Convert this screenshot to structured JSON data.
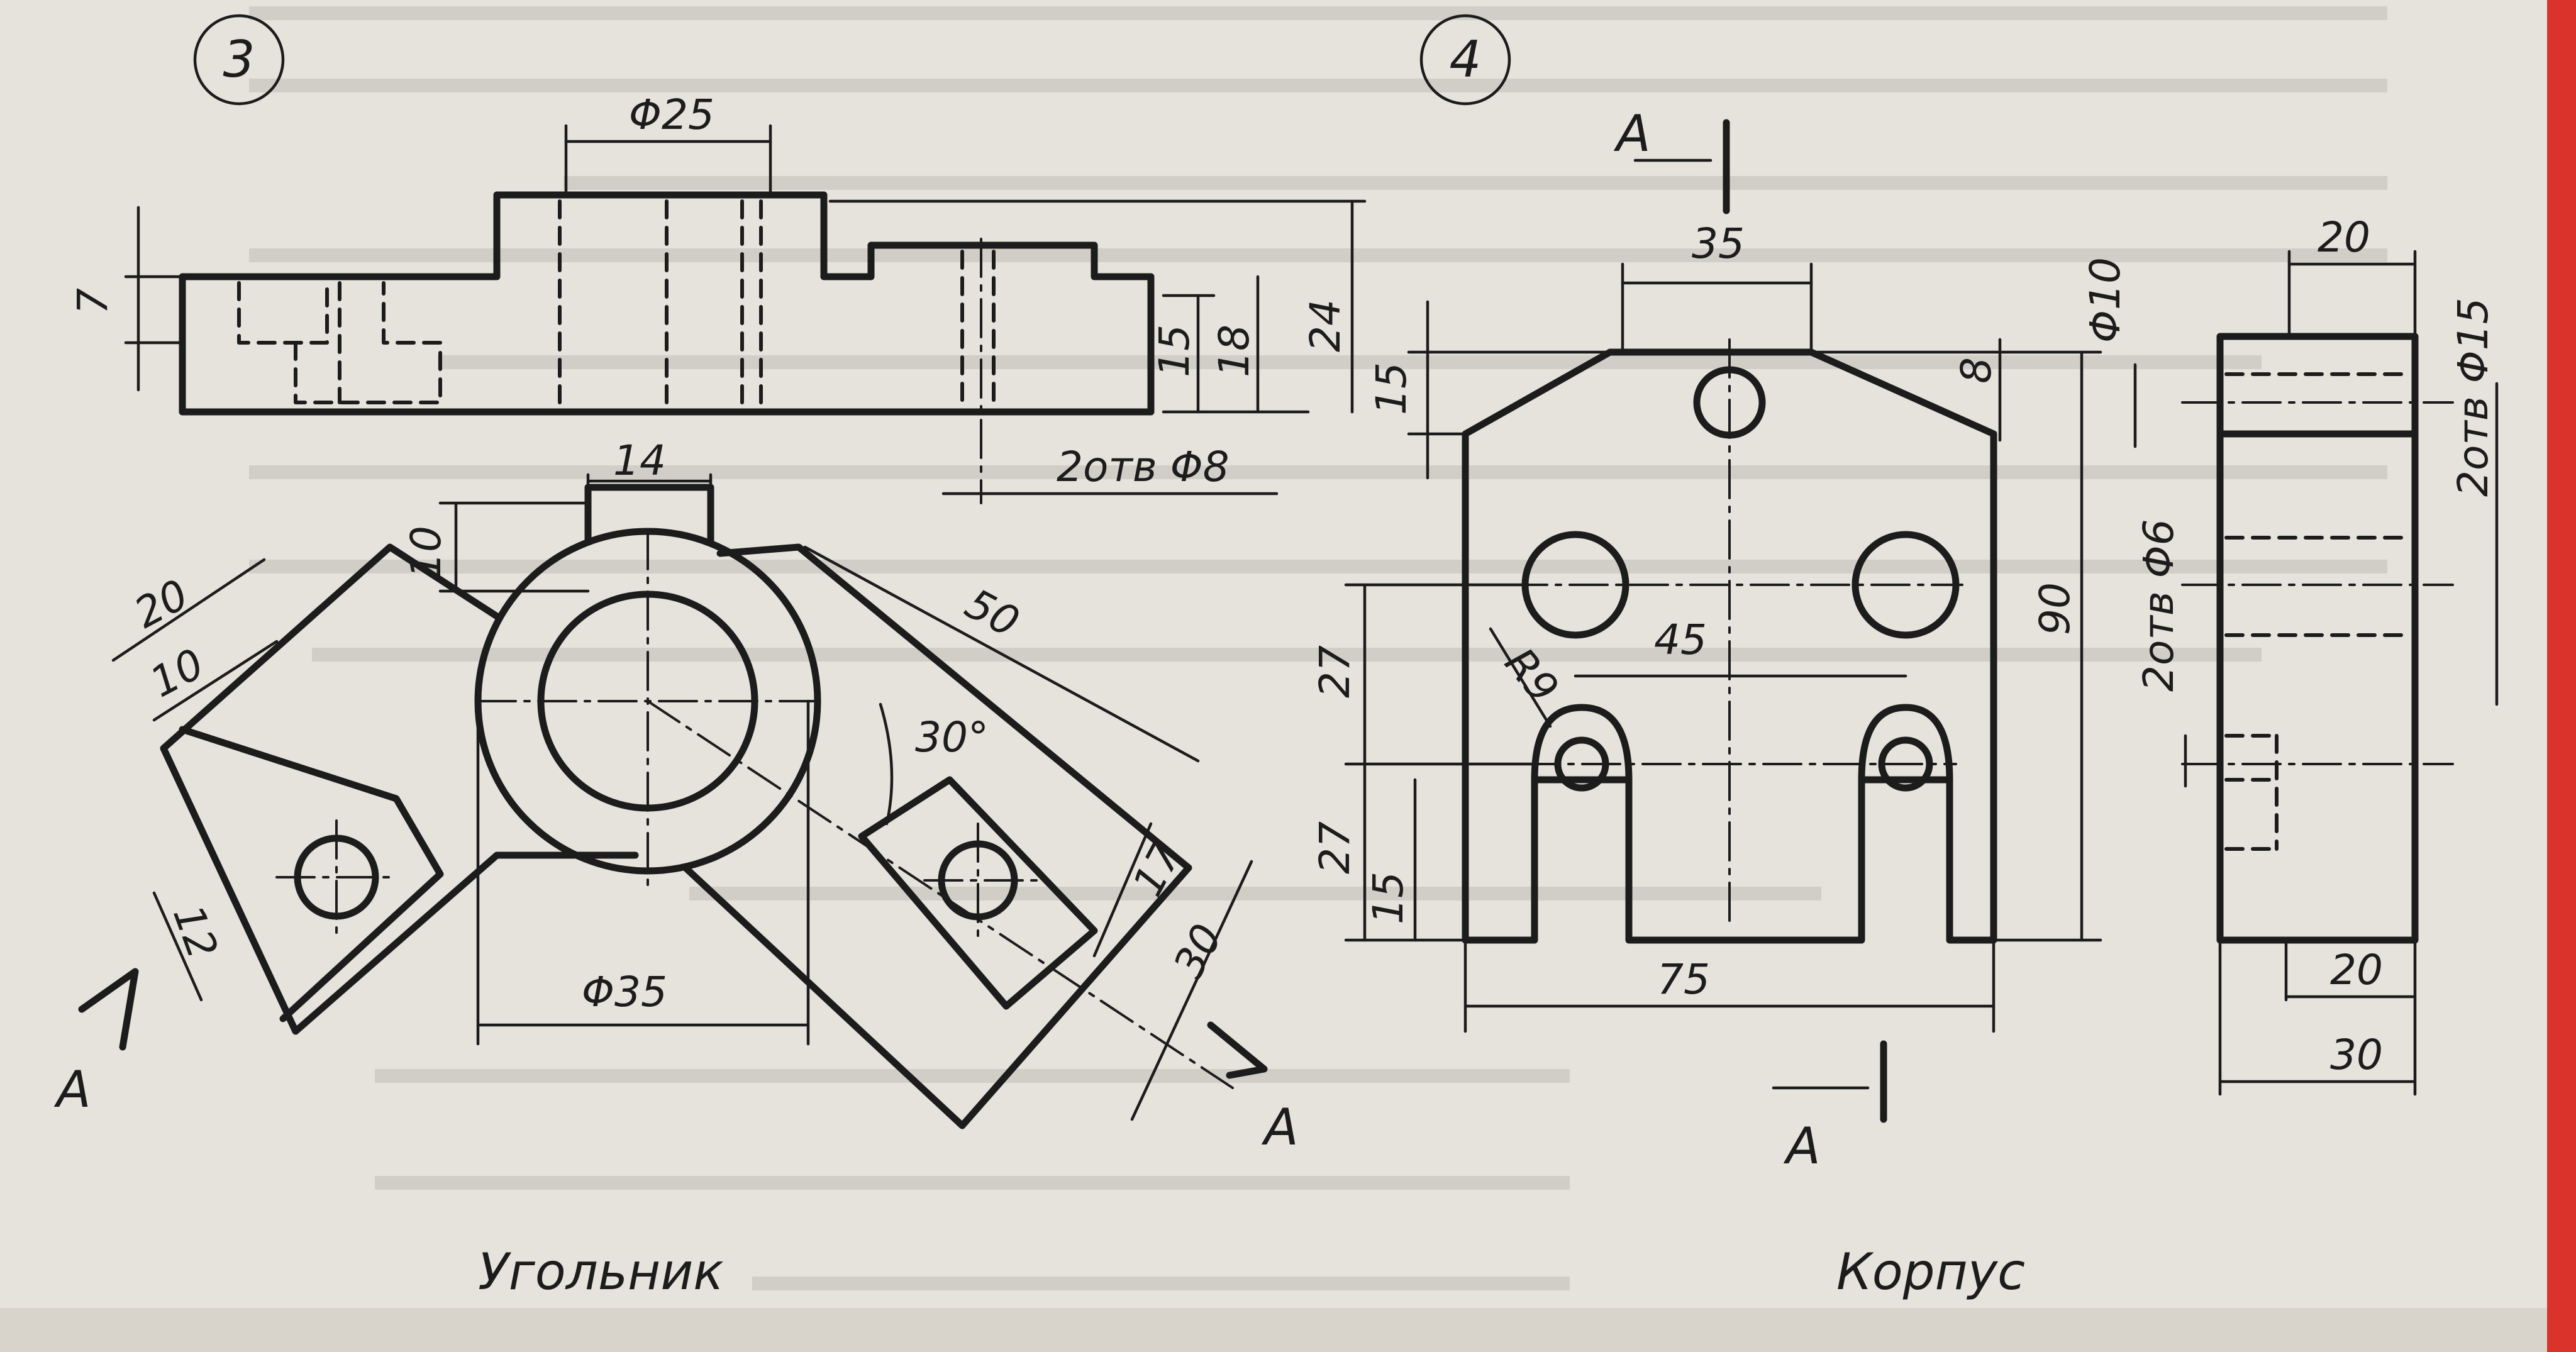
{
  "colors": {
    "paper": "#e6e3dc",
    "ink": "#1c1c1c",
    "table_red": "#d9332c",
    "bleed": "#76706a"
  },
  "drawing3": {
    "number": "3",
    "name": "Угольник",
    "dims": {
      "phi25": "Φ25",
      "d7": "7",
      "d15": "15",
      "d18": "18",
      "d24": "24",
      "holes": "2отв Φ8",
      "d14": "14",
      "d10": "10",
      "d20": "20",
      "d10b": "10",
      "d50": "50",
      "d30deg": "30°",
      "d12": "12",
      "d17": "17",
      "d30": "30",
      "phi35": "Φ35"
    },
    "section_a_left": "A",
    "section_a_right": "A"
  },
  "drawing4": {
    "number": "4",
    "name": "Корпус",
    "dims": {
      "d35": "35",
      "d15": "15",
      "d8": "8",
      "phi10": "Φ10",
      "d45": "45",
      "r9": "R9",
      "d27a": "27",
      "d27b": "27",
      "d15b": "15",
      "d75": "75",
      "d90": "90",
      "holes6": "2отв Φ6",
      "d20top": "20",
      "holes15": "2отв Φ15",
      "d20bot": "20",
      "d30": "30"
    },
    "section_a_top": "A",
    "section_a_bottom": "A"
  }
}
